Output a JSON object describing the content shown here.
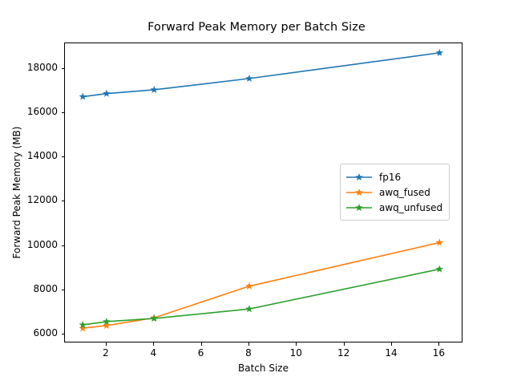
{
  "chart_data": {
    "type": "line",
    "title": "Forward Peak Memory per Batch Size",
    "xlabel": "Batch Size",
    "ylabel": "Forward Peak Memory (MB)",
    "x": [
      1,
      2,
      4,
      8,
      16
    ],
    "xlim": [
      0.25,
      17.0
    ],
    "ylim": [
      5600,
      19150
    ],
    "xticks": [
      2,
      4,
      6,
      8,
      10,
      12,
      14,
      16
    ],
    "xticklabels": [
      "2",
      "4",
      "6",
      "8",
      "10",
      "12",
      "14",
      "16"
    ],
    "yticks": [
      6000,
      8000,
      10000,
      12000,
      14000,
      16000,
      18000
    ],
    "yticklabels": [
      "6000",
      "8000",
      "10000",
      "12000",
      "14000",
      "16000",
      "18000"
    ],
    "grid": false,
    "legend_position": "center right",
    "marker": "star",
    "series": [
      {
        "name": "fp16",
        "color": "#1f77b4",
        "values": [
          16740,
          16880,
          17050,
          17560,
          18720
        ]
      },
      {
        "name": "awq_fused",
        "color": "#ff7f0e",
        "values": [
          6280,
          6400,
          6750,
          8180,
          10150
        ]
      },
      {
        "name": "awq_unfused",
        "color": "#2ca02c",
        "values": [
          6430,
          6580,
          6720,
          7150,
          8950
        ]
      }
    ]
  },
  "legend": {
    "entries": [
      {
        "label": "fp16"
      },
      {
        "label": "awq_fused"
      },
      {
        "label": "awq_unfused"
      }
    ]
  }
}
